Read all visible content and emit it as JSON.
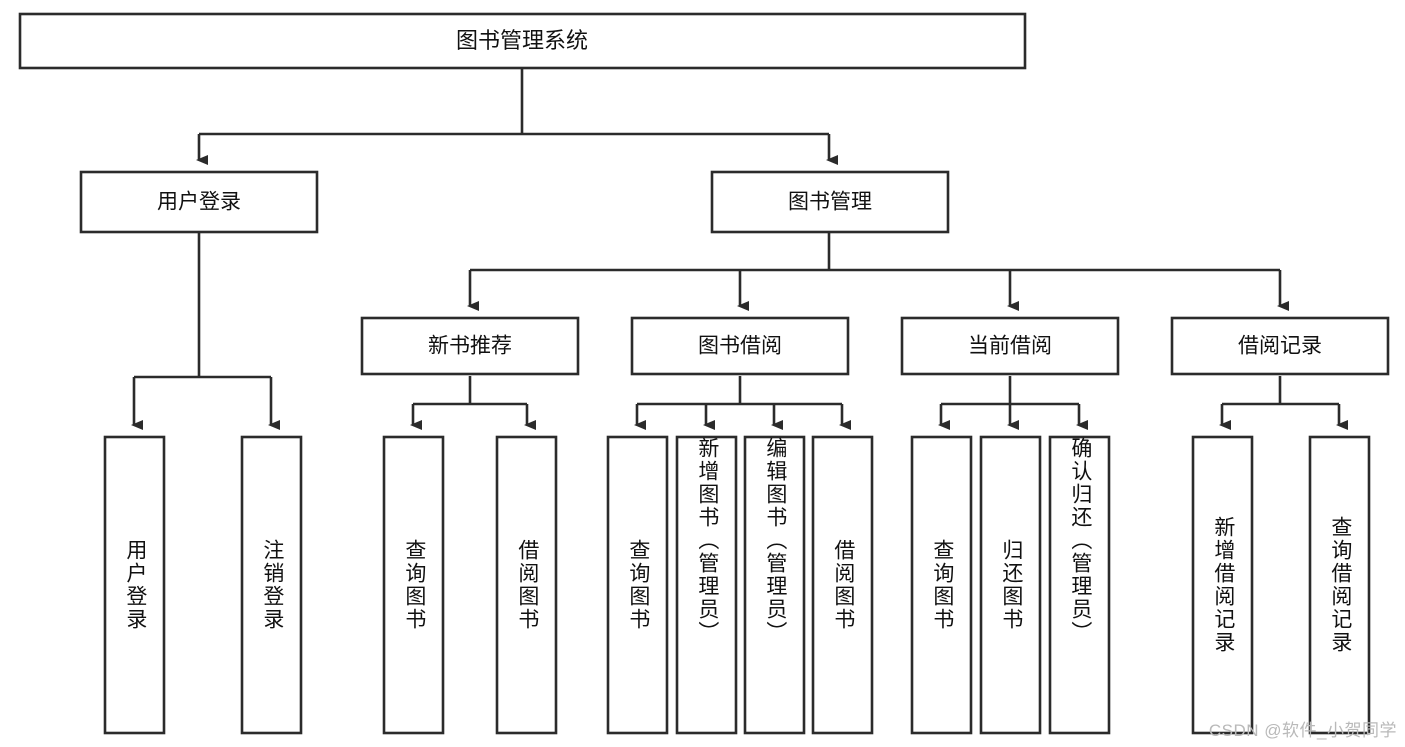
{
  "diagram": {
    "title_node": {
      "label": "图书管理系统"
    },
    "level1": [
      {
        "id": "user-login",
        "label": "用户登录"
      },
      {
        "id": "book-management",
        "label": "图书管理"
      }
    ],
    "level2": [
      {
        "id": "new-book-recommend",
        "label": "新书推荐",
        "parent": "book-management"
      },
      {
        "id": "book-borrow",
        "label": "图书借阅",
        "parent": "book-management"
      },
      {
        "id": "current-borrow",
        "label": "当前借阅",
        "parent": "book-management"
      },
      {
        "id": "borrow-record",
        "label": "借阅记录",
        "parent": "book-management"
      }
    ],
    "leaves": [
      {
        "id": "leaf-user-login",
        "label": "用户登录",
        "parent": "user-login"
      },
      {
        "id": "leaf-logout-login",
        "label": "注销登录",
        "parent": "user-login"
      },
      {
        "id": "leaf-query-book-1",
        "label": "查询图书",
        "parent": "new-book-recommend"
      },
      {
        "id": "leaf-borrow-book-1",
        "label": "借阅图书",
        "parent": "new-book-recommend"
      },
      {
        "id": "leaf-query-book-2",
        "label": "查询图书",
        "parent": "book-borrow"
      },
      {
        "id": "leaf-add-book",
        "label": "新增图书（管理员）",
        "parent": "book-borrow"
      },
      {
        "id": "leaf-edit-book",
        "label": "编辑图书（管理员）",
        "parent": "book-borrow"
      },
      {
        "id": "leaf-borrow-book-2",
        "label": "借阅图书",
        "parent": "book-borrow"
      },
      {
        "id": "leaf-query-book-3",
        "label": "查询图书",
        "parent": "current-borrow"
      },
      {
        "id": "leaf-return-book",
        "label": "归还图书",
        "parent": "current-borrow"
      },
      {
        "id": "leaf-confirm-return",
        "label": "确认归还（管理员）",
        "parent": "current-borrow"
      },
      {
        "id": "leaf-add-record",
        "label": "新增借阅记录",
        "parent": "borrow-record"
      },
      {
        "id": "leaf-query-record",
        "label": "查询借阅记录",
        "parent": "borrow-record"
      }
    ],
    "watermark": "CSDN @软件_小贺同学",
    "colors": {
      "stroke": "#2b2b2b",
      "fill": "#ffffff",
      "text": "#111111",
      "watermark": "#b9b9b9"
    }
  }
}
